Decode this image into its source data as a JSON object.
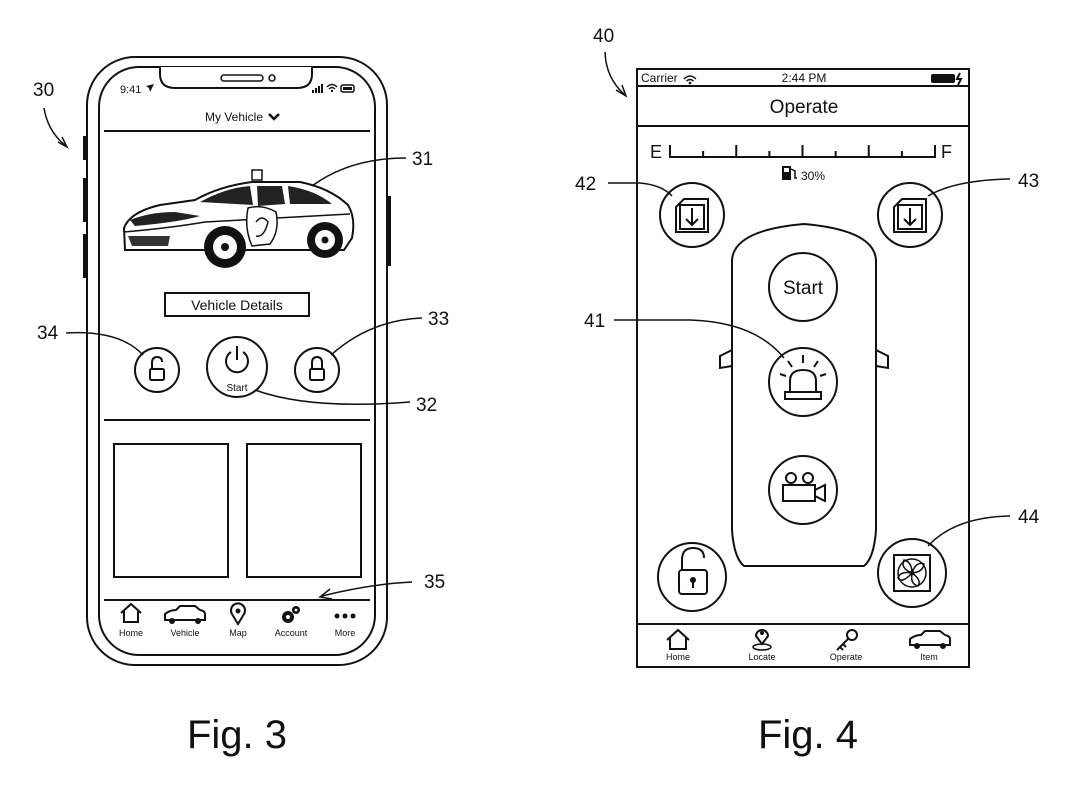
{
  "fig3": {
    "caption": "Fig. 3",
    "status_time": "9:41",
    "header_title": "My Vehicle",
    "vehicle_details_label": "Vehicle Details",
    "start_label": "Start",
    "nav": [
      {
        "label": "Home",
        "icon": "home-icon"
      },
      {
        "label": "Vehicle",
        "icon": "car-icon"
      },
      {
        "label": "Map",
        "icon": "map-pin-icon"
      },
      {
        "label": "Account",
        "icon": "gears-icon"
      },
      {
        "label": "More",
        "icon": "more-dots-icon"
      }
    ],
    "refs": {
      "device": "30",
      "vehicle_image": "31",
      "start_button": "32",
      "lock_button": "33",
      "unlock_button": "34",
      "content_area": "35"
    }
  },
  "fig4": {
    "caption": "Fig. 4",
    "carrier": "Carrier",
    "status_time": "2:44 PM",
    "header_title": "Operate",
    "fuel_empty": "E",
    "fuel_full": "F",
    "fuel_level_percent": 30,
    "fuel_label": "30%",
    "start_label": "Start",
    "nav": [
      {
        "label": "Home",
        "icon": "home-icon"
      },
      {
        "label": "Locate",
        "icon": "locate-icon"
      },
      {
        "label": "Operate",
        "icon": "key-icon"
      },
      {
        "label": "Item",
        "icon": "car-icon"
      }
    ],
    "refs": {
      "device": "40",
      "alarm_button": "41",
      "left_window_button": "42",
      "right_window_button": "43",
      "fan_button": "44"
    }
  }
}
